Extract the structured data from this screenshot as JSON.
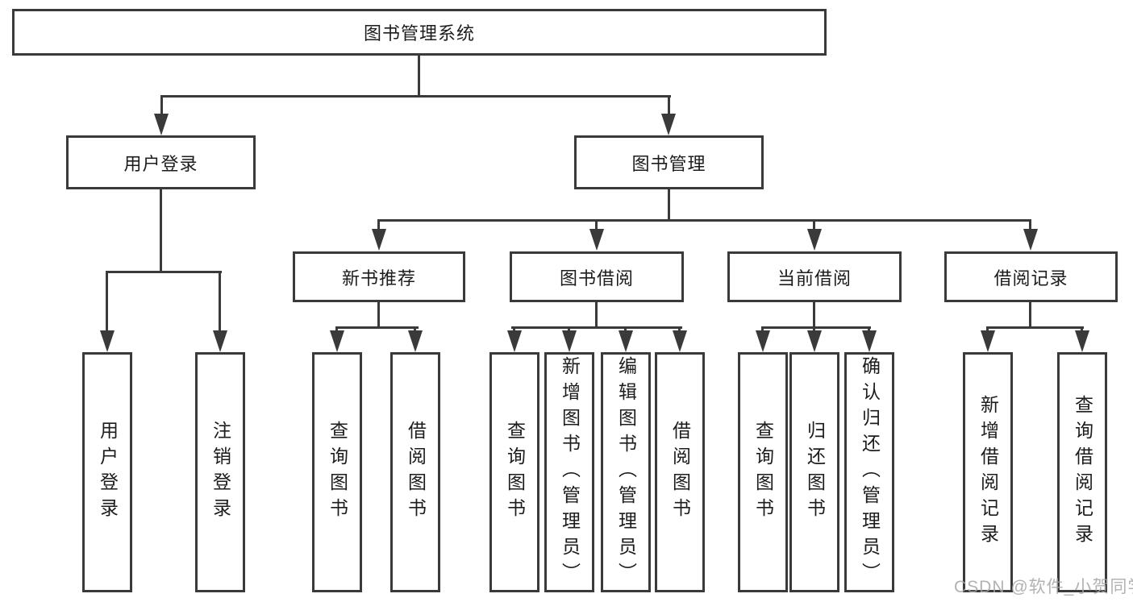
{
  "diagram": {
    "root": {
      "label": "图书管理系统"
    },
    "level2": [
      {
        "label": "用户登录"
      },
      {
        "label": "图书管理"
      }
    ],
    "level3": [
      {
        "label": "新书推荐"
      },
      {
        "label": "图书借阅"
      },
      {
        "label": "当前借阅"
      },
      {
        "label": "借阅记录"
      }
    ],
    "leaves": {
      "user_login": [
        "用户登录",
        "注销登录"
      ],
      "new_books": [
        "查询图书",
        "借阅图书"
      ],
      "book_borrow": [
        "查询图书",
        "新增图书（管理员）",
        "编辑图书（管理员）",
        "借阅图书"
      ],
      "current_borrow": [
        "查询图书",
        "归还图书",
        "确认归还（管理员）"
      ],
      "borrow_records": [
        "新增借阅记录",
        "查询借阅记录"
      ]
    }
  },
  "watermark": {
    "text": "CSDN @软件_小贺同学"
  },
  "colors": {
    "line": "#3a3a3a",
    "text": "#1c1c1c",
    "watermark": "#a5a5a5",
    "background": "#ffffff"
  }
}
